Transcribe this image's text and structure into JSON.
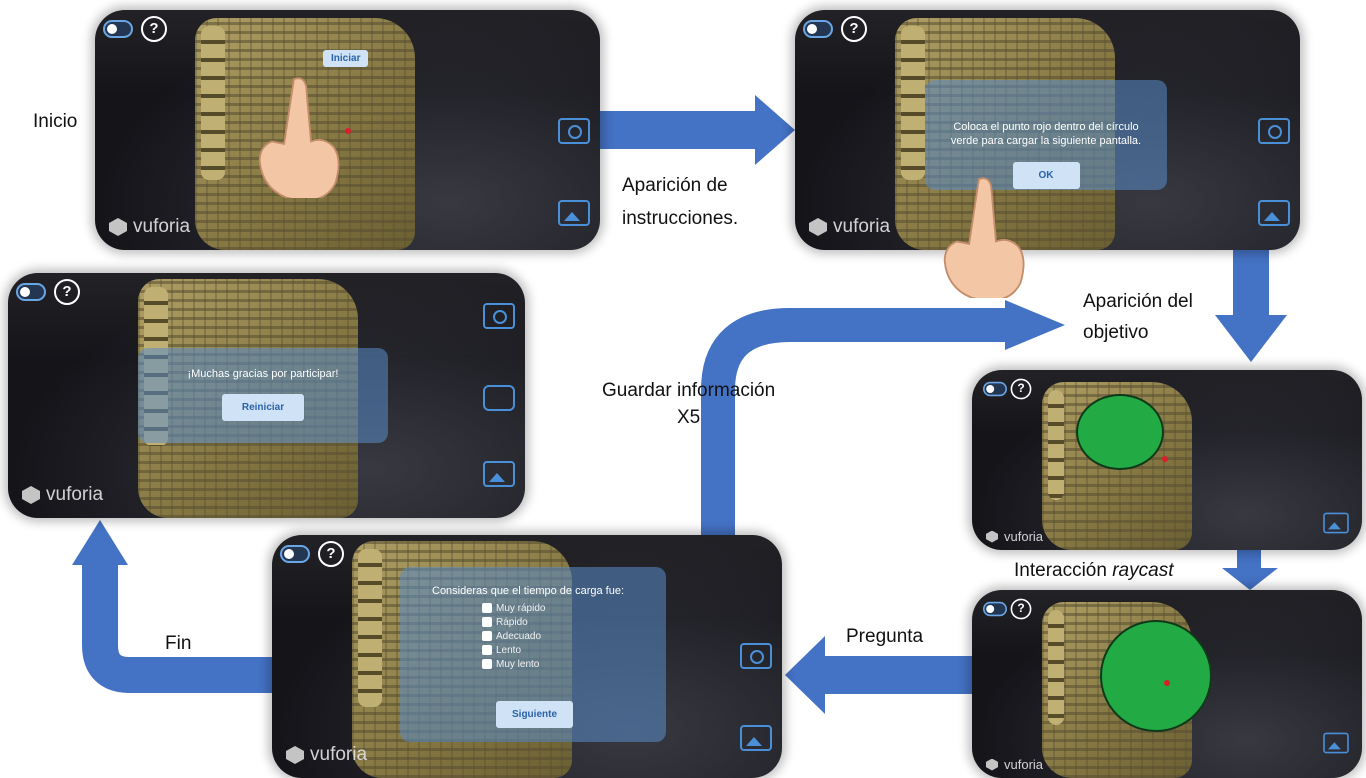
{
  "labels": {
    "inicio": "Inicio",
    "aparicion_instrucciones_line1": "Aparición de",
    "aparicion_instrucciones_line2": "instrucciones.",
    "aparicion_objetivo_line1": "Aparición del",
    "aparicion_objetivo_line2": "objetivo",
    "interaccion_prefix": "Interacción ",
    "interaccion_italic": "raycast",
    "pregunta": "Pregunta",
    "guardar_line1": "Guardar información",
    "guardar_line2": "X5",
    "fin": "Fin"
  },
  "brand": "vuforia",
  "help_glyph": "?",
  "screens": {
    "inicio": {
      "button": "Iniciar"
    },
    "instrucciones": {
      "text_line1": "Coloca el punto rojo dentro del círculo",
      "text_line2": "verde para cargar la siguiente pantalla.",
      "button": "OK"
    },
    "pregunta": {
      "question": "Consideras que el tiempo de carga fue:",
      "options": [
        "Muy rápido",
        "Rápido",
        "Adecuado",
        "Lento",
        "Muy lento"
      ],
      "button": "Siguiente"
    },
    "fin": {
      "message": "¡Muchas gracias por participar!",
      "button": "Reiniciar"
    }
  },
  "colors": {
    "arrow": "#4472c4",
    "overlay": "#5a8cc8",
    "target": "#22aa44",
    "pointer": "#d8202a"
  },
  "icons": [
    "toggle-icon",
    "help-icon",
    "camera-icon",
    "gallery-icon",
    "record-icon",
    "hand-pointer-icon",
    "vuforia-logo"
  ]
}
